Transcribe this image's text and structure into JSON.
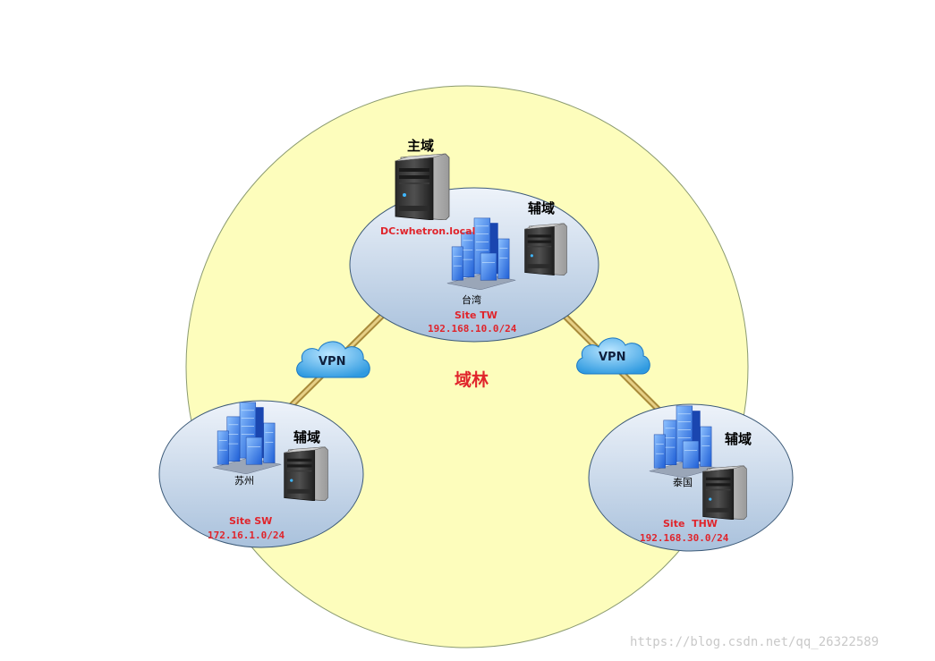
{
  "forest": {
    "label": "域林"
  },
  "sites": {
    "tw": {
      "primary_label": "主域",
      "primary_dc": "DC:whetron.local",
      "secondary_label": "辅域",
      "city": "台湾",
      "site_name": "Site TW",
      "subnet": "192.168.10.0/24"
    },
    "sw": {
      "secondary_label": "辅域",
      "city": "苏州",
      "site_name": "Site SW",
      "subnet": "172.16.1.0/24"
    },
    "thw": {
      "secondary_label": "辅域",
      "city": "泰国",
      "site_name": "Site  THW",
      "subnet": "192.168.30.0/24"
    }
  },
  "links": {
    "left_vpn": "VPN",
    "right_vpn": "VPN"
  },
  "watermark": "https://blog.csdn.net/qq_26322589",
  "colors": {
    "forest_fill": "#fdfdbc",
    "site_fill_top": "#eef3fa",
    "site_fill_bottom": "#a9c1dc",
    "link": "#c8a54a",
    "cloud": "#3fa9e8",
    "label_red": "#e0242b"
  },
  "icons": {
    "server": "server-tower-icon",
    "buildings": "office-buildings-icon",
    "cloud": "vpn-cloud-icon"
  }
}
